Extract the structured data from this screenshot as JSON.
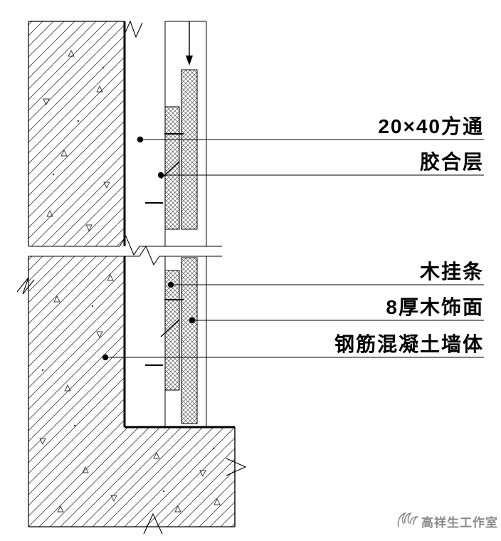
{
  "labels": {
    "square_tube": "20×40方通",
    "glue_layer": "胶合层",
    "wood_batten": "木挂条",
    "wood_veneer": "8厚木饰面",
    "concrete_wall": "钢筋混凝土墙体"
  },
  "watermark": {
    "studio": "高祥生工作室"
  },
  "colors": {
    "line": "#000000",
    "hatch": "#3a3a3a",
    "watermark": "#8a8a8a",
    "background": "#ffffff"
  }
}
